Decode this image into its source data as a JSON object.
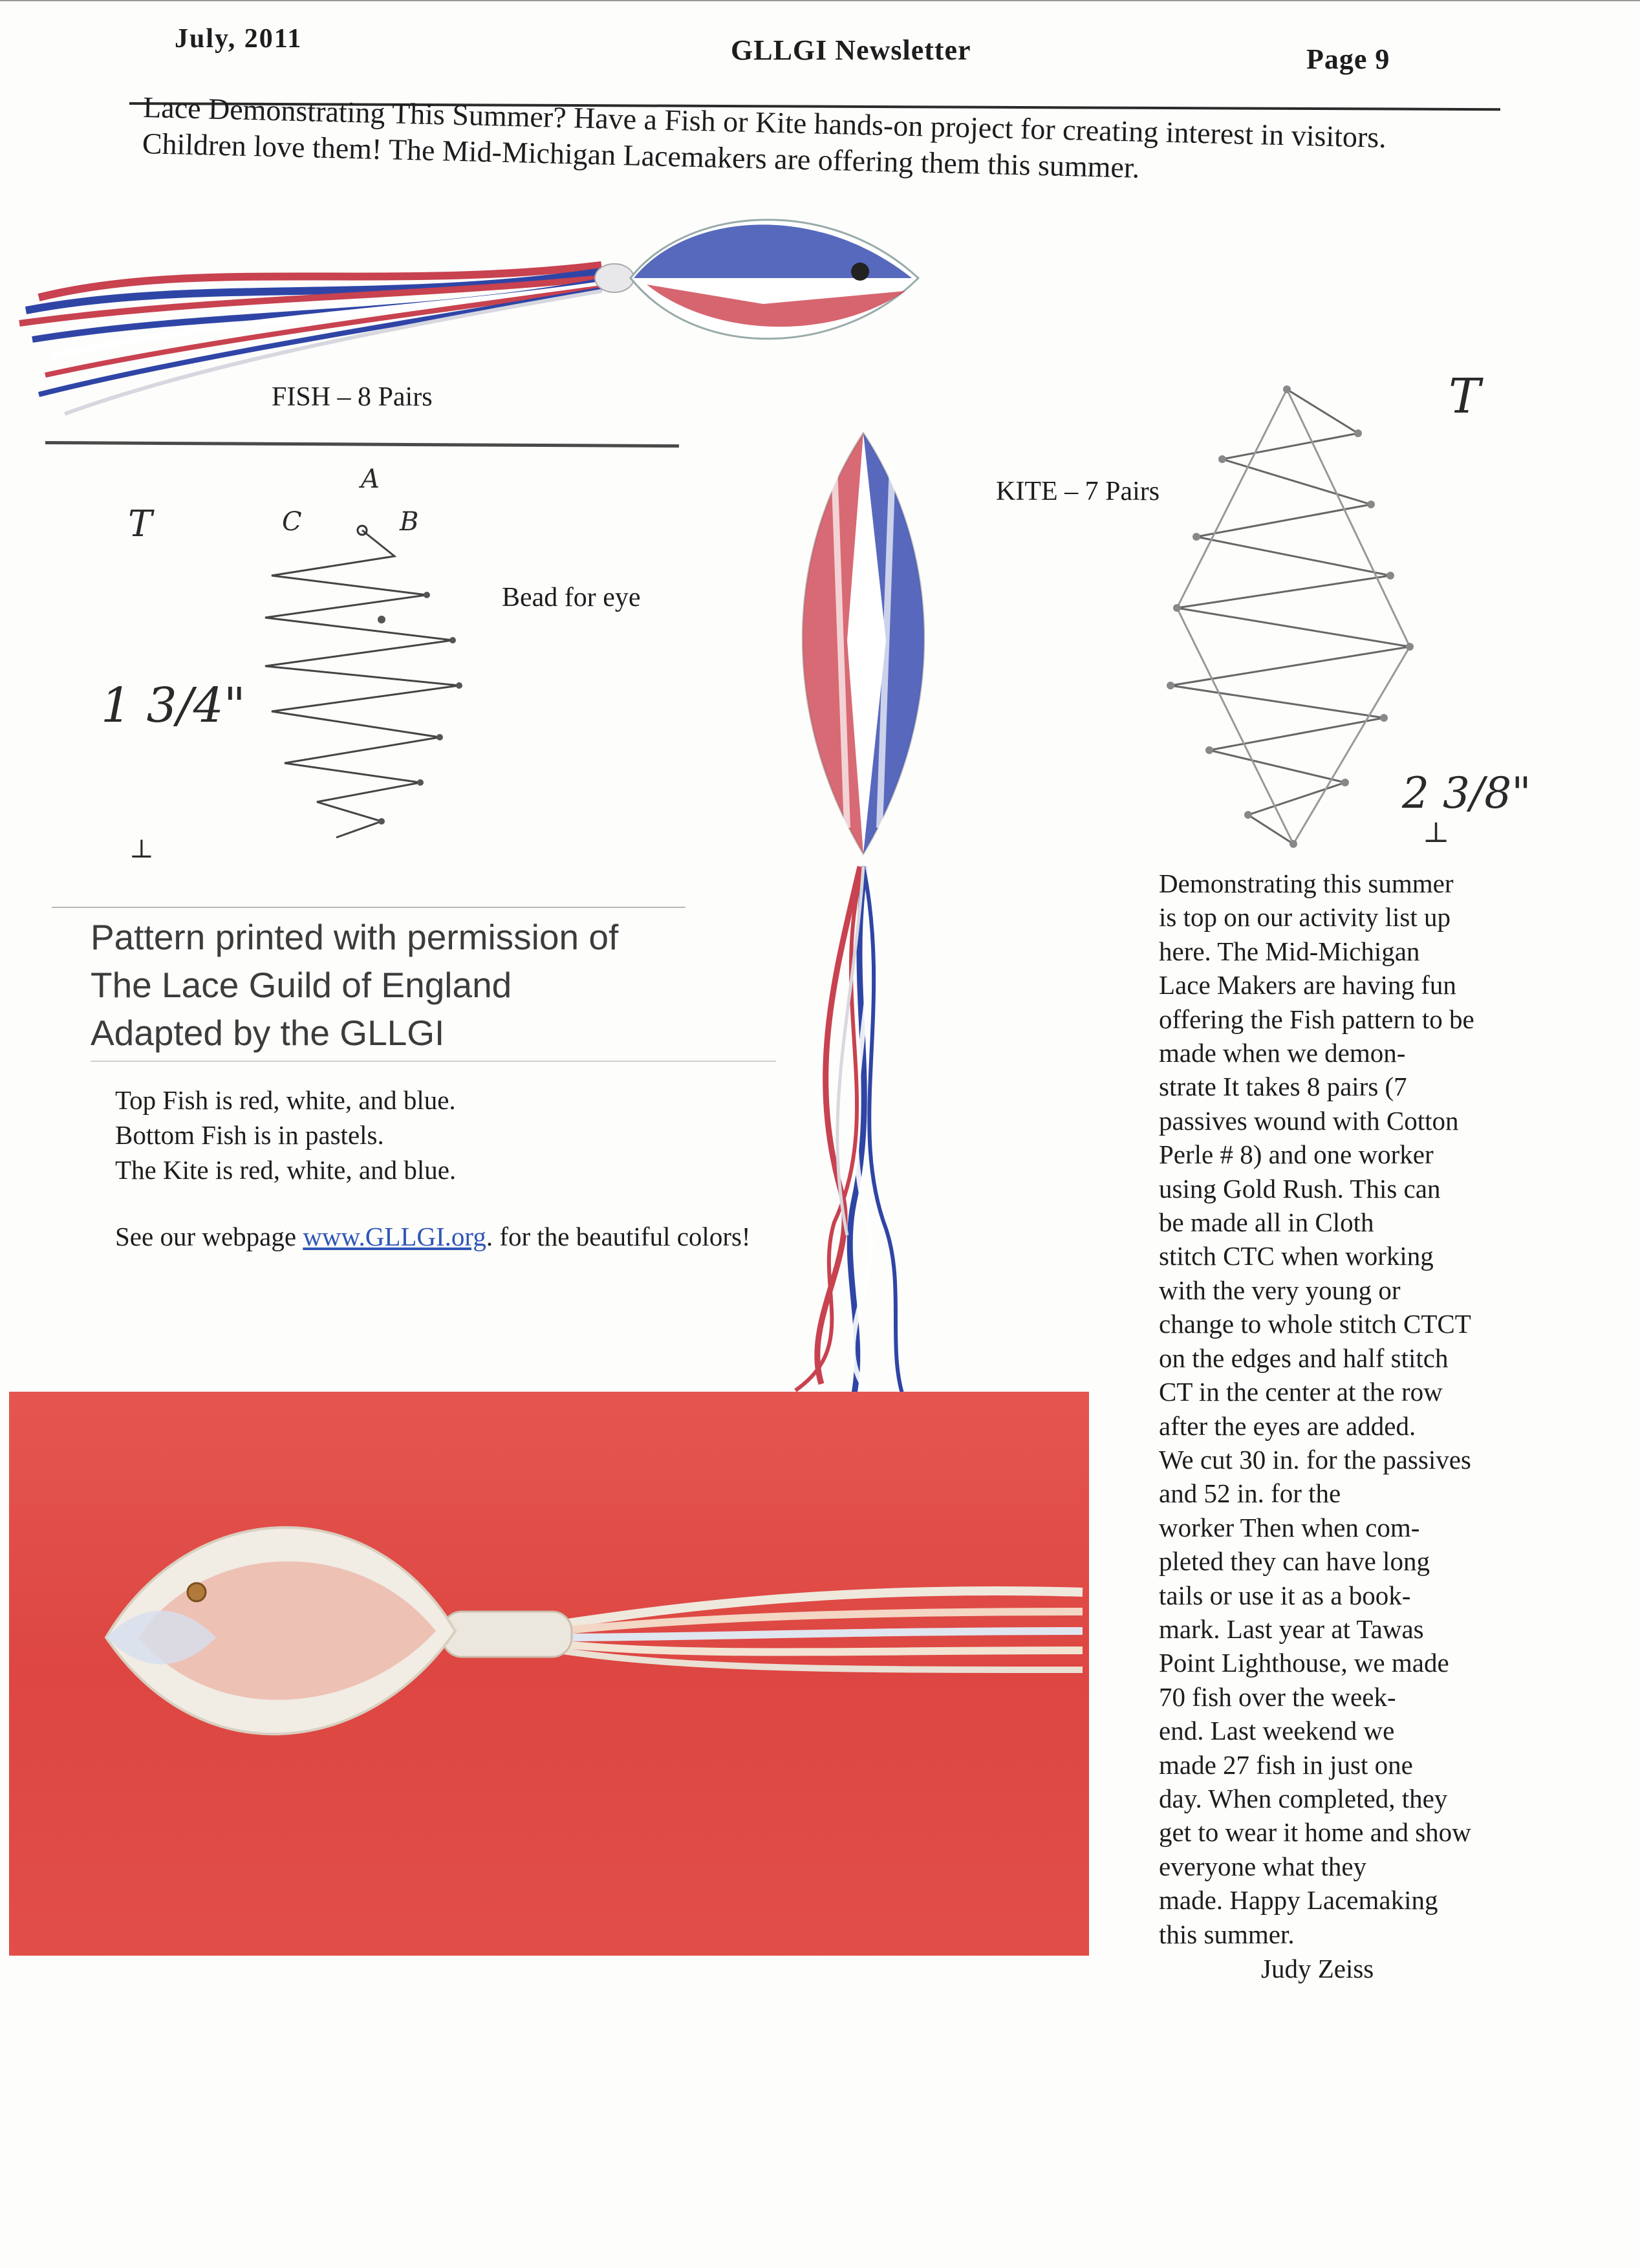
{
  "header": {
    "date": "July, 2011",
    "title": "GLLGI Newsletter",
    "page": "Page  9"
  },
  "intro": "Lace Demonstrating This Summer? Have a Fish or Kite hands-on project for creating interest in visitors.  Children love them!  The Mid-Michigan Lacemakers are offering them this summer.",
  "captions": {
    "fish": "FISH – 8 Pairs",
    "kite": "KITE – 7 Pairs",
    "bead": "Bead for eye"
  },
  "diagram_labels": {
    "fish_top": "T",
    "fish_bottom": "⊥",
    "fish_size": "1 3/4\"",
    "point_a": "A",
    "point_b": "B",
    "point_c": "C",
    "kite_top": "T",
    "kite_bottom": "⊥",
    "kite_size": "2 3/8\""
  },
  "permission": {
    "line1": "Pattern printed with permission of",
    "line2": "The Lace Guild of England",
    "line3": "Adapted by the GLLGI"
  },
  "color_notes": [
    "Top Fish is red, white, and blue.",
    "Bottom Fish is in pastels.",
    "The Kite is red, white, and blue."
  ],
  "web": {
    "prefix": "See our webpage ",
    "link": "www.GLLGI.org",
    "suffix": ". for the beautiful colors!"
  },
  "article": [
    "Demonstrating this summer",
    "is top on our activity list up",
    "here.  The Mid-Michigan",
    "Lace Makers are having fun",
    "offering the Fish pattern to be",
    "made when we demon-",
    "strate  It takes 8 pairs (7",
    "passives wound with Cotton",
    "Perle # 8) and one worker",
    "using Gold Rush.  This can",
    "be made all in Cloth",
    "stitch   CTC when working",
    "with the very young or",
    "change to whole stitch CTCT",
    "on the edges and half stitch",
    "CT in the center at the row",
    "after the eyes are added.",
    "We cut 30 in. for the passives",
    "and 52 in. for the",
    "worker  Then when com-",
    "pleted they can have long",
    "tails or use it as a book-",
    "mark.  Last year at Tawas",
    "Point Lighthouse, we made",
    "70 fish over the week-",
    "end.  Last weekend we",
    "made 27 fish in just one",
    "day.  When completed, they",
    "get to wear it home and show",
    "everyone what they",
    "made.  Happy Lacemaking",
    "this summer."
  ],
  "signature": "Judy Zeiss",
  "colors": {
    "red": "#c8424f",
    "blue": "#2f45a6",
    "photo_red": "#e04a45",
    "pastel": "#e9e4dc"
  }
}
